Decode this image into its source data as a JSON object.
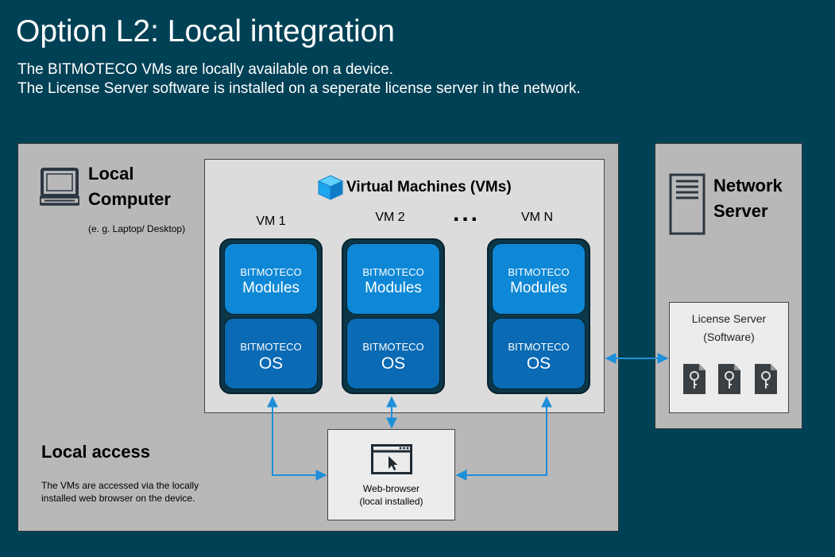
{
  "title": "Option L2: Local integration",
  "subtitle_lines": [
    "The BITMOTECO VMs are locally available on a device.",
    "The License Server software is installed on a seperate license server in the network."
  ],
  "local": {
    "title_line1": "Local",
    "title_line2": "Computer",
    "note": "(e. g. Laptop/ Desktop)",
    "access_title": "Local access",
    "access_line1": "The VMs are accessed via the locally",
    "access_line2": "installed web browser on the device."
  },
  "vm_area": {
    "title": "Virtual Machines (VMs)",
    "ellipsis": "...",
    "vms": [
      {
        "label": "VM 1",
        "modules_small": "BITMOTECO",
        "modules_big": "Modules",
        "os_small": "BITMOTECO",
        "os_big": "OS"
      },
      {
        "label": "VM 2",
        "modules_small": "BITMOTECO",
        "modules_big": "Modules",
        "os_small": "BITMOTECO",
        "os_big": "OS"
      },
      {
        "label": "VM N",
        "modules_small": "BITMOTECO",
        "modules_big": "Modules",
        "os_small": "BITMOTECO",
        "os_big": "OS"
      }
    ]
  },
  "browser": {
    "line1": "Web-browser",
    "line2": "(local installed)"
  },
  "server": {
    "title_line1": "Network",
    "title_line2": "Server"
  },
  "license": {
    "line1": "License Server",
    "line2": "(Software)"
  },
  "colors": {
    "background": "#014156",
    "panel": "#b8b8b8",
    "module_blue": "#0e88d6",
    "os_blue": "#0a6ab3",
    "arrow": "#1e8fd9",
    "icon_dark": "#2b3640"
  }
}
